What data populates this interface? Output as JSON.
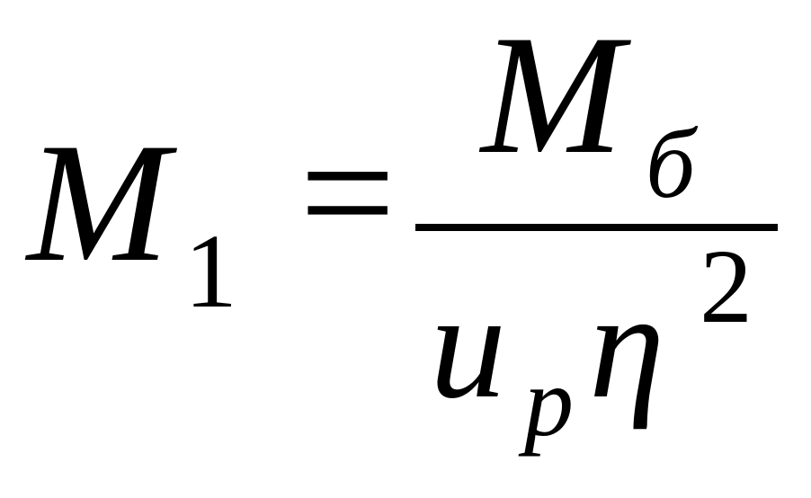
{
  "formula": {
    "lhs": {
      "symbol": "M",
      "subscript": "1"
    },
    "equals": "=",
    "numerator": {
      "symbol": "M",
      "subscript": "б"
    },
    "denominator": {
      "symbol_u": "u",
      "subscript_p": "p",
      "symbol_eta": "η",
      "superscript": "2"
    }
  }
}
